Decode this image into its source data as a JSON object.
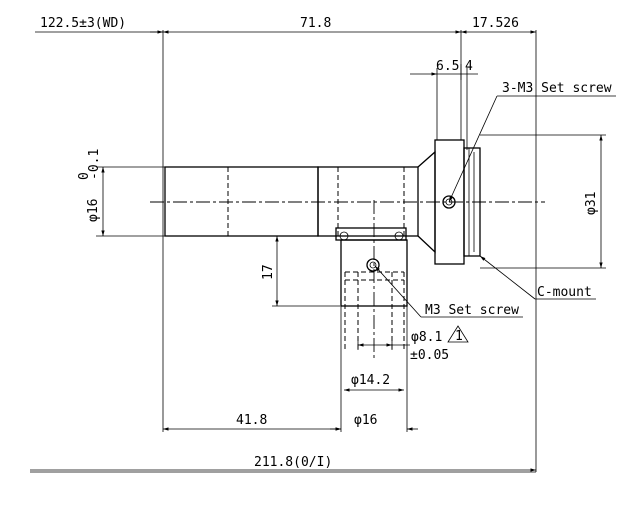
{
  "dimensions": {
    "wd": "122.5±3(WD)",
    "body_length": "71.8",
    "mount_length": "17.526",
    "mount_step_a": "6.5",
    "mount_step_b": "4",
    "total_length": "211.8(0/I)",
    "lower_offset": "41.8",
    "tube_diameter": "φ16",
    "tube_tolerance_upper": "0",
    "tube_tolerance_lower": "-0.1",
    "mount_diameter": "φ31",
    "port_height": "17",
    "port_bore": "φ8.1",
    "port_bore_tolerance": "±0.05",
    "port_outer": "φ14.2",
    "port_flange": "φ16",
    "revision_mark": "1"
  },
  "callouts": {
    "set_screws": "3-M3 Set screw",
    "port_screw": "M3 Set screw",
    "mount": "C-mount"
  }
}
